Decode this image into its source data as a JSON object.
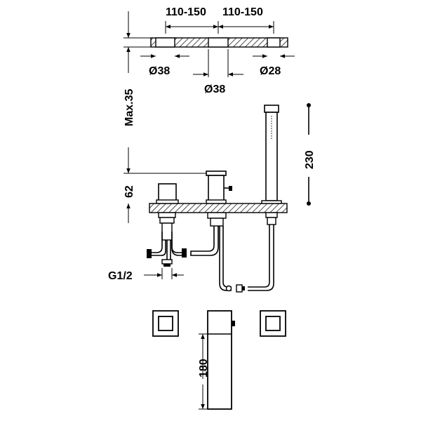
{
  "dimensions": {
    "spacing_left": "110-150",
    "spacing_right": "110-150",
    "dia_left": "Ø38",
    "dia_center": "Ø38",
    "dia_right": "Ø28",
    "max_deck": "Max.35",
    "handshower_length": "230",
    "spout_height": "62",
    "thread": "G1/2",
    "spout_reach": "180"
  },
  "colors": {
    "line": "#000000",
    "background": "#ffffff"
  }
}
